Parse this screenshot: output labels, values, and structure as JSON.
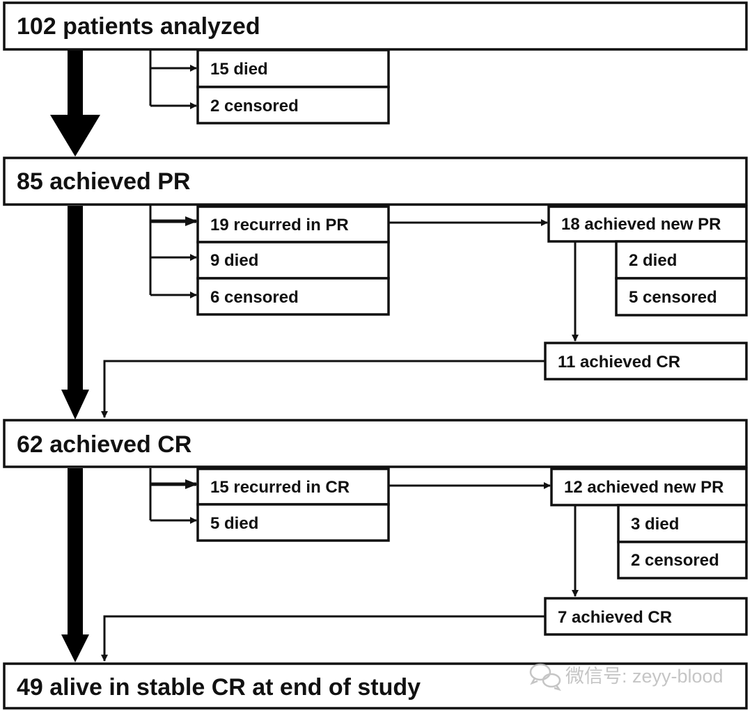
{
  "stages": {
    "analyzed": "102 patients analyzed",
    "pr": "85 achieved PR",
    "cr": "62 achieved CR",
    "end": "49 alive in stable CR at end of study"
  },
  "from_analyzed": {
    "died": "15 died",
    "censored": "2 censored"
  },
  "from_pr": {
    "recurred": "19 recurred in PR",
    "died": "9 died",
    "censored": "6 censored",
    "new_pr": "18 achieved new PR",
    "new_pr_died": "2 died",
    "new_pr_censored": "5 censored",
    "achieved_cr": "11 achieved CR"
  },
  "from_cr": {
    "recurred": "15 recurred in CR",
    "died": "5 died",
    "new_pr": "12 achieved new PR",
    "new_pr_died": "3 died",
    "new_pr_censored": "2 censored",
    "achieved_cr": "7 achieved CR"
  },
  "watermark": {
    "text": "微信号: zeyy-blood",
    "icon": "wechat-icon"
  }
}
